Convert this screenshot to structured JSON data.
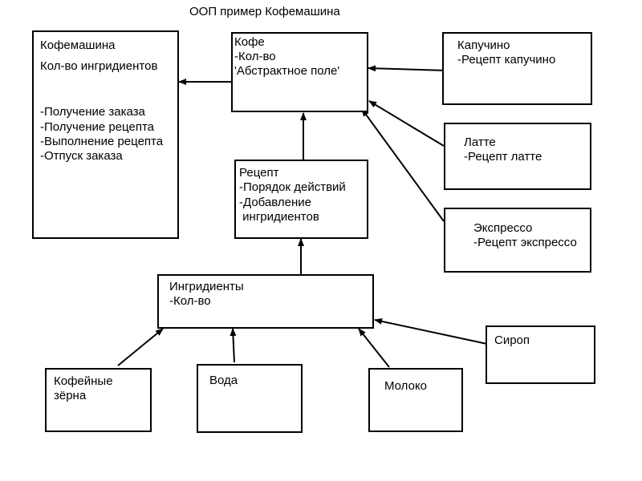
{
  "title": "ООП пример Кофемашина",
  "boxes": {
    "coffee_machine": {
      "name": "Кофемашина",
      "field": "Кол-во ингридиентов",
      "methods": [
        "-Получение заказа",
        "-Получение рецепта",
        "-Выполнение рецепта",
        "-Отпуск заказа"
      ]
    },
    "coffee": {
      "name": "Кофе",
      "field1": "-Кол-во",
      "field2": "'Абстрактное поле'"
    },
    "cappuccino": {
      "name": "Капучино",
      "recipe": "-Рецепт капучино"
    },
    "latte": {
      "name": "Латте",
      "recipe": "-Рецепт латте"
    },
    "espresso": {
      "name": "Экспрессо",
      "recipe": "-Рецепт экспрессо"
    },
    "recipe": {
      "name": "Рецепт",
      "line1": "-Порядок действий",
      "line2": "-Добавление",
      "line3": " ингридиентов"
    },
    "ingredients": {
      "name": "Ингридиенты",
      "field": "-Кол-во"
    },
    "beans": {
      "line1": "Кофейные",
      "line2": "зёрна"
    },
    "water": {
      "name": "Вода"
    },
    "milk": {
      "name": "Молоко"
    },
    "syrup": {
      "name": "Сироп"
    }
  }
}
